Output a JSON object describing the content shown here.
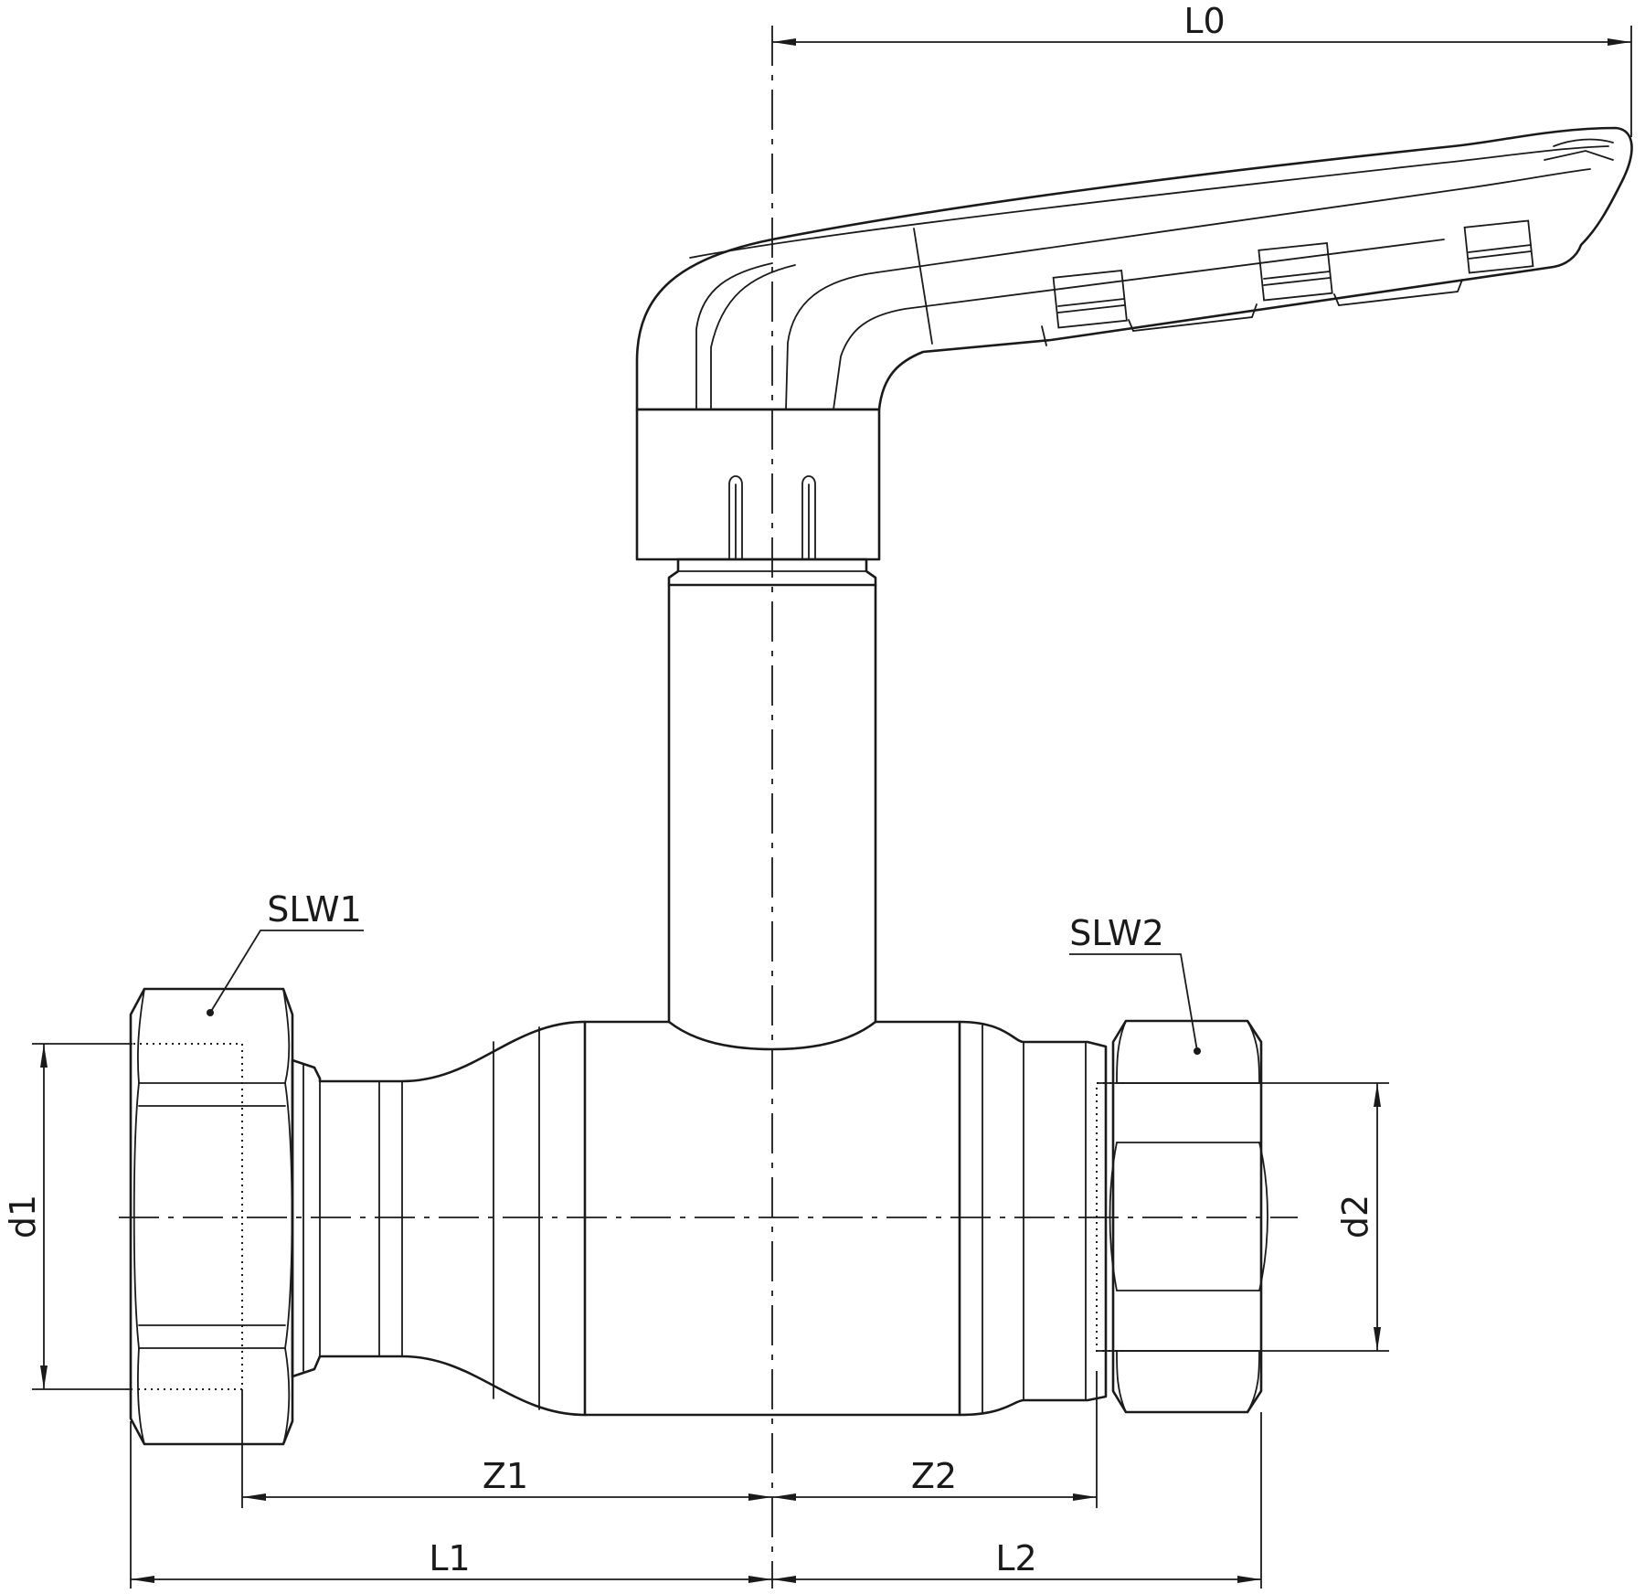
{
  "labels": {
    "L0": "L0",
    "L1": "L1",
    "L2": "L2",
    "Z1": "Z1",
    "Z2": "Z2",
    "d1": "d1",
    "d2": "d2",
    "SLW1": "SLW1",
    "SLW2": "SLW2"
  }
}
